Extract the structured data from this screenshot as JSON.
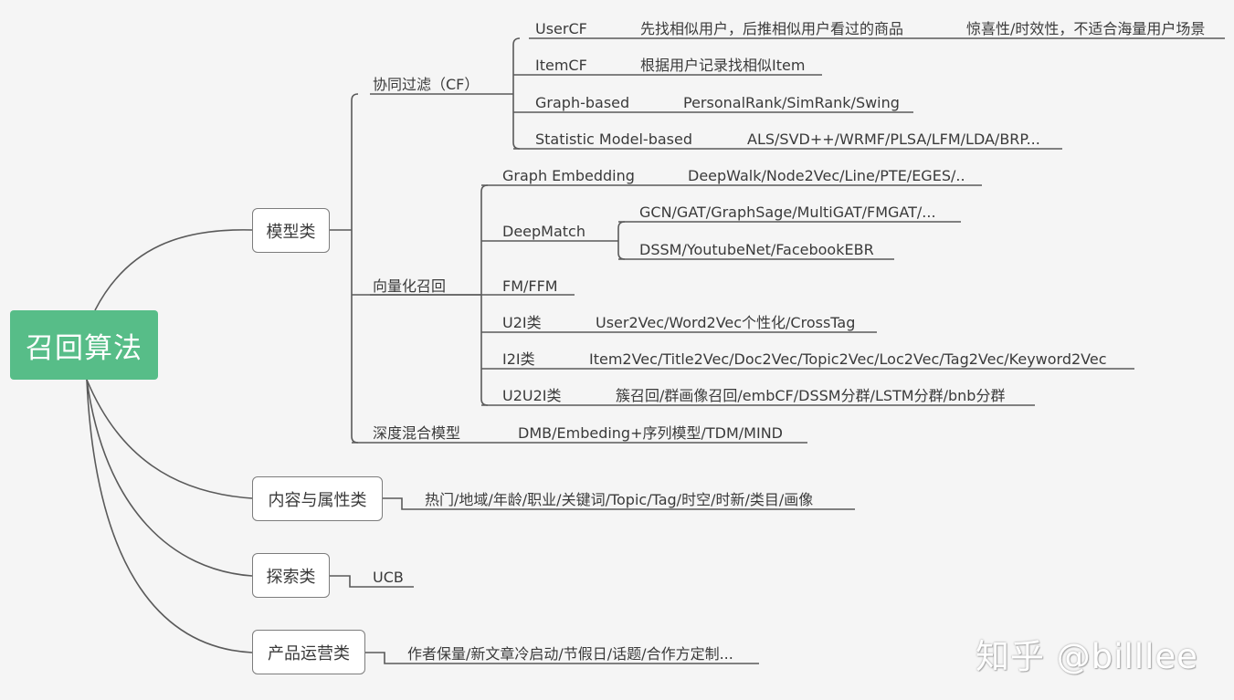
{
  "root": {
    "label": "召回算法"
  },
  "categories": {
    "model": {
      "label": "模型类"
    },
    "content": {
      "label": "内容与属性类"
    },
    "explore": {
      "label": "探索类"
    },
    "ops": {
      "label": "产品运营类"
    }
  },
  "model": {
    "cf": {
      "label": "协同过滤（CF）",
      "usercf": {
        "label": "UserCF",
        "desc": "先找相似用户，后推相似用户看过的商品",
        "note": "惊喜性/时效性，不适合海量用户场景"
      },
      "itemcf": {
        "label": "ItemCF",
        "desc": "根据用户记录找相似Item"
      },
      "graph": {
        "label": "Graph-based",
        "desc": "PersonalRank/SimRank/Swing"
      },
      "stat": {
        "label": "Statistic Model-based",
        "desc": "ALS/SVD++/WRMF/PLSA/LFM/LDA/BRP..."
      }
    },
    "vec": {
      "label": "向量化召回",
      "graph_emb": {
        "label": "Graph Embedding",
        "desc": "DeepWalk/Node2Vec/Line/PTE/EGES/.."
      },
      "deepmatch": {
        "label": "DeepMatch",
        "desc1": "GCN/GAT/GraphSage/MultiGAT/FMGAT/...",
        "desc2": "DSSM/YoutubeNet/FacebookEBR"
      },
      "fm": {
        "label": "FM/FFM"
      },
      "u2i": {
        "label": "U2I类",
        "desc": "User2Vec/Word2Vec个性化/CrossTag"
      },
      "i2i": {
        "label": "I2I类",
        "desc": "Item2Vec/Title2Vec/Doc2Vec/Topic2Vec/Loc2Vec/Tag2Vec/Keyword2Vec"
      },
      "u2u2i": {
        "label": "U2U2I类",
        "desc": "簇召回/群画像召回/embCF/DSSM分群/LSTM分群/bnb分群"
      }
    },
    "deep": {
      "label": "深度混合模型",
      "desc": "DMB/Embeding+序列模型/TDM/MIND"
    }
  },
  "content": {
    "desc": "热门/地域/年龄/职业/关键词/Topic/Tag/时空/时新/类目/画像"
  },
  "explore": {
    "desc": "UCB"
  },
  "ops": {
    "desc": "作者保量/新文章冷启动/节假日/话题/合作方定制..."
  },
  "watermark": {
    "text": "知乎 @billlee"
  },
  "colors": {
    "root": "#57bd88",
    "line": "#5a5a5a",
    "background": "#f5f5f5"
  }
}
